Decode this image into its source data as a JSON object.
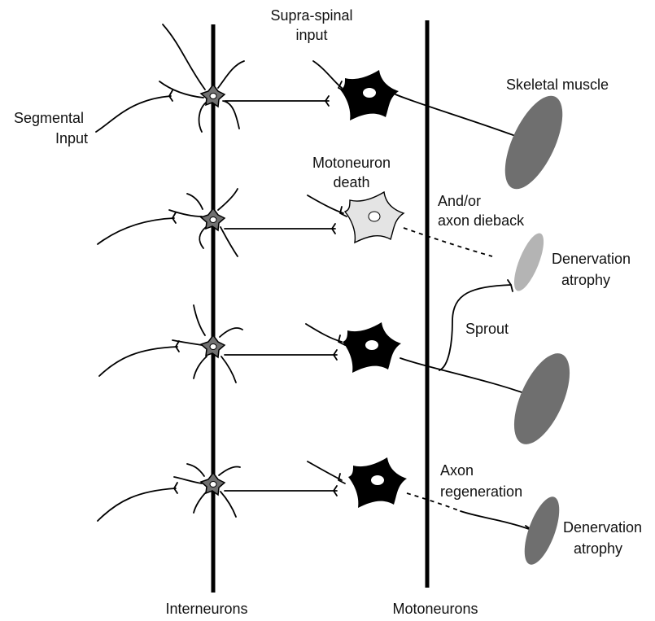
{
  "labels": {
    "supra_spinal_line1": "Supra-spinal",
    "supra_spinal_line2": "input",
    "segmental_line1": "Segmental",
    "segmental_line2": "Input",
    "skeletal_muscle": "Skeletal muscle",
    "motoneuron_death_line1": "Motoneuron",
    "motoneuron_death_line2": "death",
    "dieback_line1": "And/or",
    "dieback_line2": "axon dieback",
    "denervation_line1": "Denervation",
    "denervation_line2": "atrophy",
    "sprout": "Sprout",
    "axon_regen_line1": "Axon",
    "axon_regen_line2": "regeneration",
    "denervation2_line1": "Denervation",
    "denervation2_line2": "atrophy",
    "interneurons": "Interneurons",
    "motoneurons": "Motoneurons"
  },
  "colors": {
    "healthy_motoneuron": "#000000",
    "dead_motoneuron": "#e4e4e4",
    "interneuron": "#707070",
    "muscle": "#6f6f6f",
    "atrophied_muscle": "#b4b4b4"
  }
}
